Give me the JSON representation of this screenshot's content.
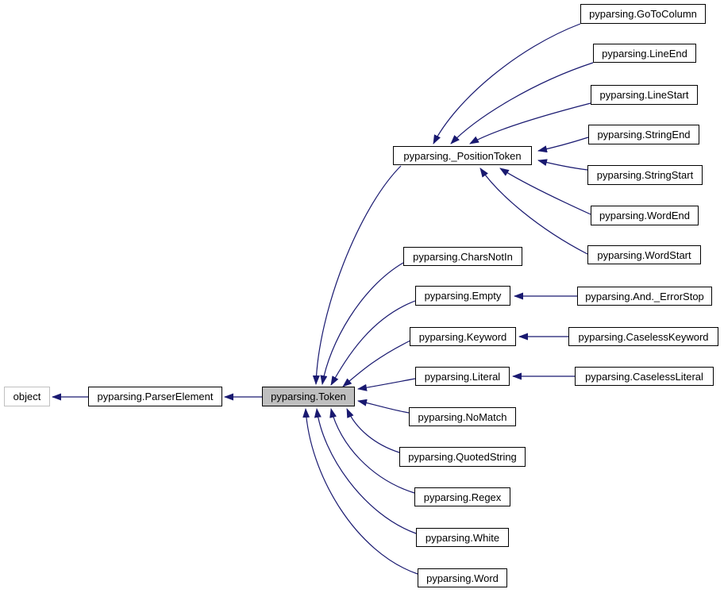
{
  "diagram": {
    "kind": "doxygen-inheritance-graph",
    "colors": {
      "edge": "#191970",
      "node_background": "#ffffff",
      "node_border": "#000000",
      "external_node_border": "#c0c0c0",
      "current_node_fill": "#bfbfbf",
      "text": "#000000"
    },
    "nodes": {
      "object": "object",
      "parser_element": "pyparsing.ParserElement",
      "token": "pyparsing.Token",
      "position_token": "pyparsing._PositionToken",
      "gotocolumn": "pyparsing.GoToColumn",
      "lineend": "pyparsing.LineEnd",
      "linestart": "pyparsing.LineStart",
      "stringend": "pyparsing.StringEnd",
      "stringstart": "pyparsing.StringStart",
      "wordend": "pyparsing.WordEnd",
      "wordstart": "pyparsing.WordStart",
      "charsnotin": "pyparsing.CharsNotIn",
      "empty": "pyparsing.Empty",
      "errorstop": "pyparsing.And._ErrorStop",
      "keyword": "pyparsing.Keyword",
      "caselesskeyword": "pyparsing.CaselessKeyword",
      "literal": "pyparsing.Literal",
      "caselessliteral": "pyparsing.CaselessLiteral",
      "nomatch": "pyparsing.NoMatch",
      "quotedstring": "pyparsing.QuotedString",
      "regex": "pyparsing.Regex",
      "white": "pyparsing.White",
      "word": "pyparsing.Word"
    },
    "edges": [
      {
        "from": "pyparsing.ParserElement",
        "to": "object"
      },
      {
        "from": "pyparsing.Token",
        "to": "pyparsing.ParserElement"
      },
      {
        "from": "pyparsing._PositionToken",
        "to": "pyparsing.Token"
      },
      {
        "from": "pyparsing.GoToColumn",
        "to": "pyparsing._PositionToken"
      },
      {
        "from": "pyparsing.LineEnd",
        "to": "pyparsing._PositionToken"
      },
      {
        "from": "pyparsing.LineStart",
        "to": "pyparsing._PositionToken"
      },
      {
        "from": "pyparsing.StringEnd",
        "to": "pyparsing._PositionToken"
      },
      {
        "from": "pyparsing.StringStart",
        "to": "pyparsing._PositionToken"
      },
      {
        "from": "pyparsing.WordEnd",
        "to": "pyparsing._PositionToken"
      },
      {
        "from": "pyparsing.WordStart",
        "to": "pyparsing._PositionToken"
      },
      {
        "from": "pyparsing.CharsNotIn",
        "to": "pyparsing.Token"
      },
      {
        "from": "pyparsing.Empty",
        "to": "pyparsing.Token"
      },
      {
        "from": "pyparsing.And._ErrorStop",
        "to": "pyparsing.Empty"
      },
      {
        "from": "pyparsing.Keyword",
        "to": "pyparsing.Token"
      },
      {
        "from": "pyparsing.CaselessKeyword",
        "to": "pyparsing.Keyword"
      },
      {
        "from": "pyparsing.Literal",
        "to": "pyparsing.Token"
      },
      {
        "from": "pyparsing.CaselessLiteral",
        "to": "pyparsing.Literal"
      },
      {
        "from": "pyparsing.NoMatch",
        "to": "pyparsing.Token"
      },
      {
        "from": "pyparsing.QuotedString",
        "to": "pyparsing.Token"
      },
      {
        "from": "pyparsing.Regex",
        "to": "pyparsing.Token"
      },
      {
        "from": "pyparsing.White",
        "to": "pyparsing.Token"
      },
      {
        "from": "pyparsing.Word",
        "to": "pyparsing.Token"
      }
    ]
  }
}
